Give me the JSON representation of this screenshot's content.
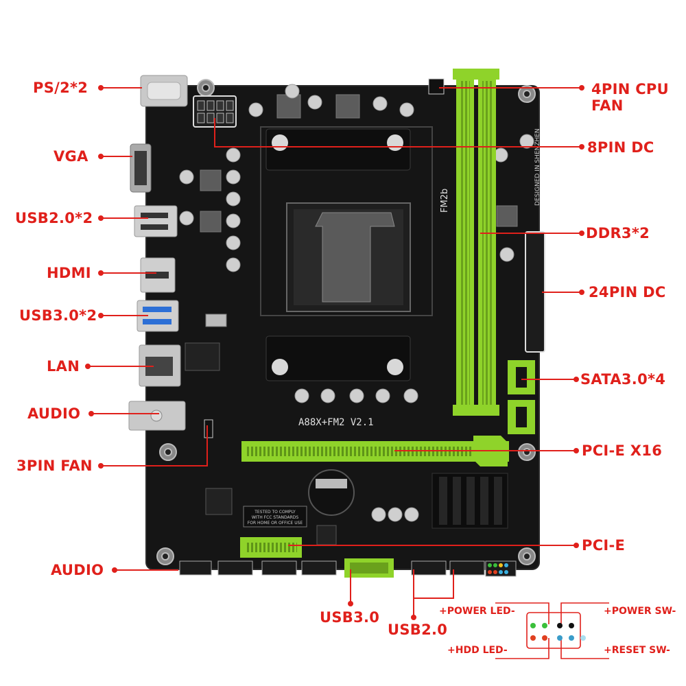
{
  "labels": {
    "ps2": "PS/2*2",
    "vga": "VGA",
    "usb20_rear": "USB2.0*2",
    "hdmi": "HDMI",
    "usb30_rear": "USB3.0*2",
    "lan": "LAN",
    "audio_rear": "AUDIO",
    "fan_3pin": "3PIN FAN",
    "audio_front": "AUDIO",
    "cpu_fan_line1": "4PIN CPU",
    "cpu_fan_line2": "FAN",
    "dc_8pin": "8PIN DC",
    "ddr3": "DDR3*2",
    "dc_24pin": "24PIN DC",
    "sata": "SATA3.0*4",
    "pcie_x16": "PCI-E X16",
    "pcie": "PCI-E",
    "usb30_header": "USB3.0",
    "usb20_header": "USB2.0"
  },
  "panel_header": {
    "power_led": "+POWER LED-",
    "power_sw": "+POWER SW-",
    "hdd_led": "+HDD LED-",
    "reset_sw": "+RESET SW-"
  },
  "board_text": {
    "model": "A88X+FM2 V2.1",
    "socket": "FM2b",
    "designed": "DESIGNED IN SHENZHEN",
    "fcc_line1": "TESTED TO COMPLY",
    "fcc_line2": "WITH FCC STANDARDS",
    "fcc_line3": "FOR HOME OR OFFICE USE"
  },
  "colors": {
    "accent_red": "#e0201b",
    "board_black": "#151515",
    "slot_green": "#8fd32a"
  }
}
